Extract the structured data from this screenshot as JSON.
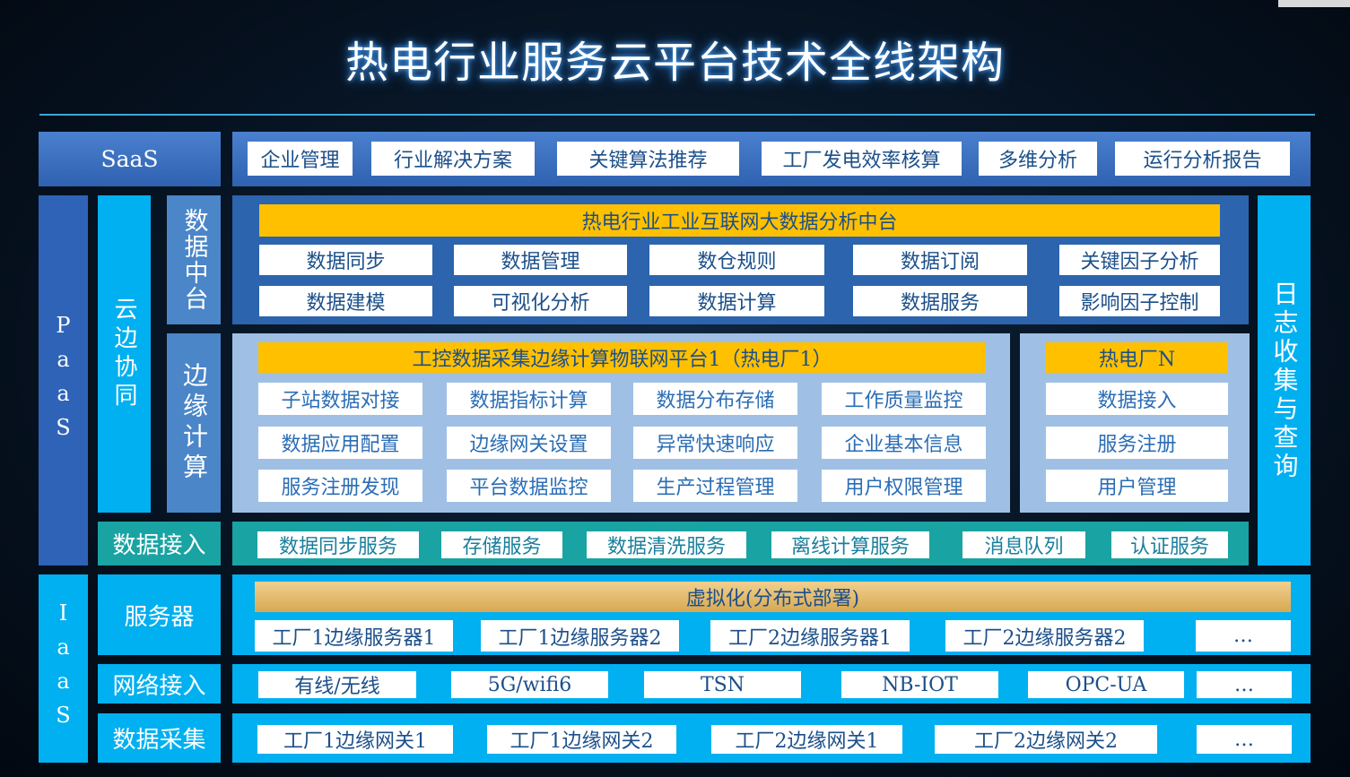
{
  "title": "热电行业服务云平台技术全线架构",
  "layers": {
    "saas": "SaaS",
    "paas": "PaaS",
    "iaas": "IaaS"
  },
  "saas_items": [
    "企业管理",
    "行业解决方案",
    "关键算法推荐",
    "工厂发电效率核算",
    "多维分析",
    "运行分析报告"
  ],
  "cloud_edge": "云边协同",
  "data_center": {
    "label": "数据中台",
    "bar": "热电行业工业互联网大数据分析中台",
    "row1": [
      "数据同步",
      "数据管理",
      "数仓规则",
      "数据订阅",
      "关键因子分析"
    ],
    "row2": [
      "数据建模",
      "可视化分析",
      "数据计算",
      "数据服务",
      "影响因子控制"
    ]
  },
  "edge_computing": {
    "label": "边缘计算",
    "bar": "工控数据采集边缘计算物联网平台1（热电厂1）",
    "grid": [
      [
        "子站数据对接",
        "数据指标计算",
        "数据分布存储",
        "工作质量监控"
      ],
      [
        "数据应用配置",
        "边缘网关设置",
        "异常快速响应",
        "企业基本信息"
      ],
      [
        "服务注册发现",
        "平台数据监控",
        "生产过程管理",
        "用户权限管理"
      ]
    ],
    "plant_n": {
      "bar": "热电厂N",
      "items": [
        "数据接入",
        "服务注册",
        "用户管理"
      ]
    }
  },
  "log_collection": "日志收集与查询",
  "data_access": {
    "label": "数据接入",
    "items": [
      "数据同步服务",
      "存储服务",
      "数据清洗服务",
      "离线计算服务",
      "消息队列",
      "认证服务"
    ]
  },
  "servers": {
    "label": "服务器",
    "bar": "虚拟化(分布式部署)",
    "items": [
      "工厂1边缘服务器1",
      "工厂1边缘服务器2",
      "工厂2边缘服务器1",
      "工厂2边缘服务器2",
      "…"
    ]
  },
  "network": {
    "label": "网络接入",
    "items": [
      "有线/无线",
      "5G/wifi6",
      "TSN",
      "NB-IOT",
      "OPC-UA",
      "…"
    ]
  },
  "collection": {
    "label": "数据采集",
    "items": [
      "工厂1边缘网关1",
      "工厂1边缘网关2",
      "工厂2边缘网关1",
      "工厂2边缘网关2",
      "…"
    ]
  },
  "colors": {
    "saas_label": "#3d73c4",
    "paas_label": "#2e63b8",
    "cyan": "#00b0f0",
    "steel": "#4a86c8",
    "dark_panel": "#2c64ad",
    "light_panel": "#9fc0e4",
    "teal": "#1aa3a3",
    "gold": "#ffc000",
    "tan": "#e2b96a"
  }
}
